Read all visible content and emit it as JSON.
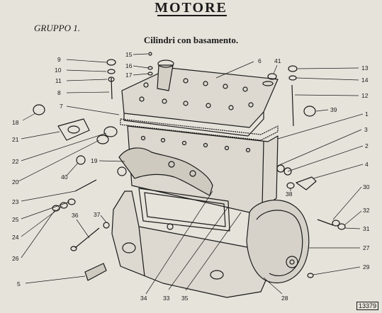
{
  "header": {
    "title": "MOTORE",
    "group": "GRUPPO 1.",
    "subtitle": "Cilindri con basamento.",
    "figure_ref": "13379"
  },
  "callouts": [
    "9",
    "10",
    "11",
    "8",
    "15",
    "16",
    "17",
    "6",
    "41",
    "13",
    "14",
    "12",
    "18",
    "7",
    "39",
    "1",
    "21",
    "22",
    "3",
    "2",
    "4",
    "19",
    "20",
    "40",
    "38",
    "23",
    "25",
    "24",
    "26",
    "36",
    "37",
    "30",
    "32",
    "31",
    "27",
    "29",
    "5",
    "34",
    "33",
    "35",
    "28"
  ]
}
